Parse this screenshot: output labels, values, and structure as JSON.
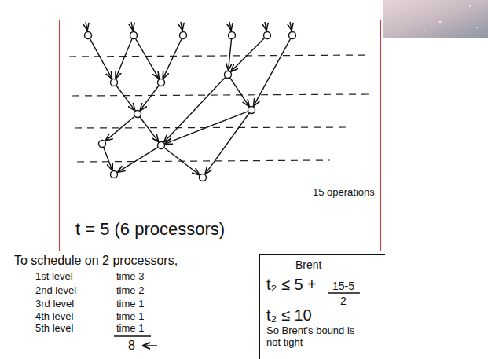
{
  "diagram": {
    "nodes": [
      {
        "text": [
          "15 operations",
          "t = 5 (6 processors)"
        ]
      },
      {
        "text": [
          "Brent",
          "t₂ ≤ 5 +",
          "15-5",
          "2",
          "t₂ ≤ 10",
          "So Brent's bound is not tight"
        ]
      }
    ],
    "labels": [
      "To schedule on 2 processors,",
      "1st level",
      "time 3",
      "2nd level",
      "time 2",
      "3rd level",
      "time 1",
      "4th level",
      "time 1",
      "5th level",
      "time 1",
      "8"
    ]
  }
}
